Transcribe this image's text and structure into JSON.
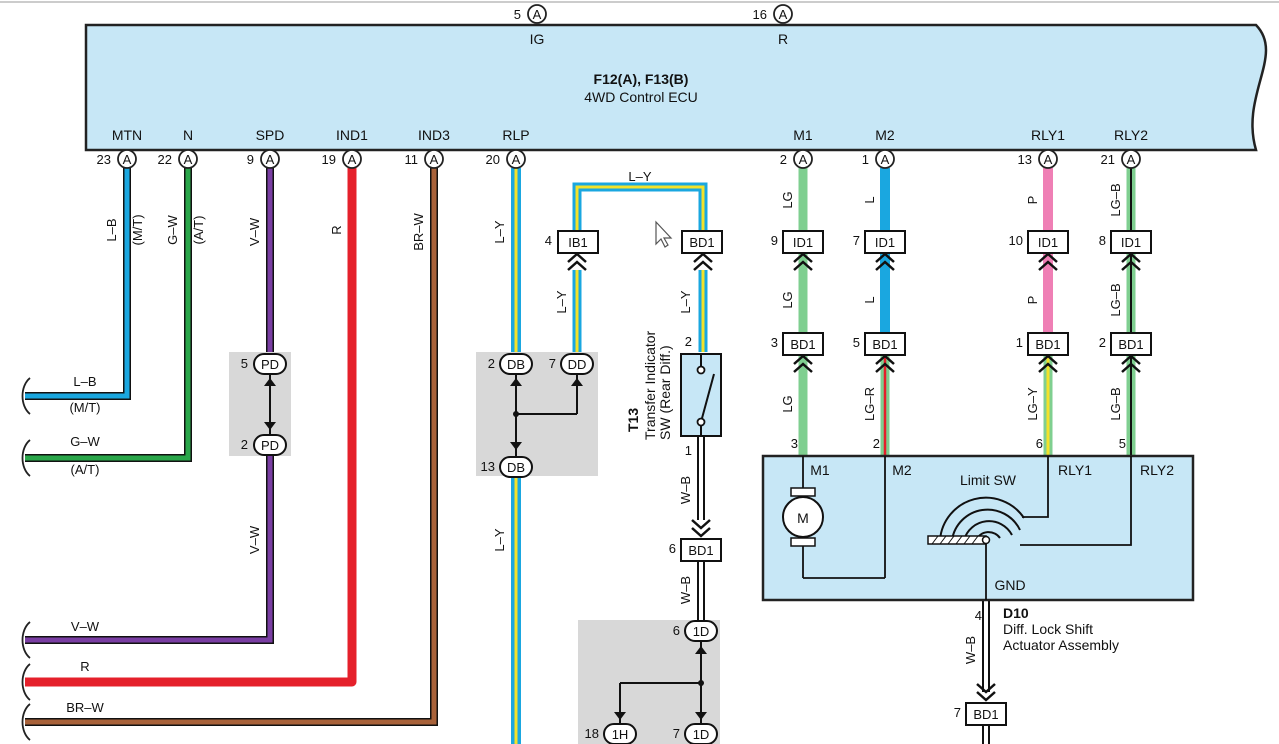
{
  "ecu": {
    "title": "F12(A), F13(B)",
    "subtitle": "4WD Control ECU",
    "top_pins": [
      {
        "num": "5",
        "conn": "A",
        "name": "IG"
      },
      {
        "num": "16",
        "conn": "A",
        "name": "R"
      }
    ],
    "bottom_pins": [
      {
        "num": "23",
        "conn": "A",
        "name": "MTN"
      },
      {
        "num": "22",
        "conn": "A",
        "name": "N"
      },
      {
        "num": "9",
        "conn": "A",
        "name": "SPD"
      },
      {
        "num": "19",
        "conn": "A",
        "name": "IND1"
      },
      {
        "num": "11",
        "conn": "A",
        "name": "IND3"
      },
      {
        "num": "20",
        "conn": "A",
        "name": "RLP"
      },
      {
        "num": "2",
        "conn": "A",
        "name": "M1"
      },
      {
        "num": "1",
        "conn": "A",
        "name": "M2"
      },
      {
        "num": "13",
        "conn": "A",
        "name": "RLY1"
      },
      {
        "num": "21",
        "conn": "A",
        "name": "RLY2"
      }
    ]
  },
  "wires": {
    "mtn": {
      "code": "L–B",
      "note": "(M/T)"
    },
    "n": {
      "code": "G–W",
      "note": "(A/T)"
    },
    "spd": {
      "code": "V–W"
    },
    "ind1": {
      "code": "R"
    },
    "ind3": {
      "code": "BR–W"
    },
    "rlp": {
      "code": "L–Y"
    },
    "m1": {
      "code": "LG"
    },
    "m2_top": {
      "code": "L"
    },
    "m2_bottom": {
      "code": "LG–R"
    },
    "rly1_top": {
      "code": "P"
    },
    "rly1_bottom": {
      "code": "LG–Y"
    },
    "rly2": {
      "code": "LG–B"
    },
    "gnd": {
      "code": "W–B"
    },
    "sw": {
      "code": "W–B"
    }
  },
  "left_stubs": [
    {
      "code": "L–B",
      "note": "(M/T)"
    },
    {
      "code": "G–W",
      "note": "(A/T)"
    },
    {
      "code": "V–W"
    },
    {
      "code": "R"
    },
    {
      "code": "BR–W"
    }
  ],
  "connectors": {
    "ib1": {
      "pin": "4",
      "name": "IB1"
    },
    "bd1_top": {
      "name": "BD1"
    },
    "id1_m1": {
      "pin": "9",
      "name": "ID1"
    },
    "id1_m2": {
      "pin": "7",
      "name": "ID1"
    },
    "id1_rly1": {
      "pin": "10",
      "name": "ID1"
    },
    "id1_rly2": {
      "pin": "8",
      "name": "ID1"
    },
    "bd1_m1": {
      "pin": "3",
      "name": "BD1"
    },
    "bd1_m2": {
      "pin": "5",
      "name": "BD1"
    },
    "bd1_rly1": {
      "pin": "1",
      "name": "BD1"
    },
    "bd1_rly2": {
      "pin": "2",
      "name": "BD1"
    },
    "bd1_sw": {
      "pin": "6",
      "name": "BD1"
    },
    "bd1_gnd": {
      "pin": "7",
      "name": "BD1"
    },
    "pd5": {
      "pin": "5",
      "name": "PD"
    },
    "pd2": {
      "pin": "2",
      "name": "PD"
    },
    "db2": {
      "pin": "2",
      "name": "DB"
    },
    "dd7": {
      "pin": "7",
      "name": "DD"
    },
    "db13": {
      "pin": "13",
      "name": "DB"
    },
    "d1_6": {
      "pin": "6",
      "name": "1D"
    },
    "h1_18": {
      "pin": "18",
      "name": "1H"
    },
    "d1_7": {
      "pin": "7",
      "name": "1D"
    }
  },
  "switch": {
    "id": "T13",
    "line1": "Transfer Indicator",
    "line2": "SW (Rear Diff.)",
    "pin_top": "2",
    "pin_bottom": "1"
  },
  "actuator": {
    "id": "D10",
    "line1": "Diff.  Lock Shift",
    "line2": "Actuator Assembly",
    "pins": {
      "m1": "3",
      "m2": "2",
      "rly1": "6",
      "rly2": "5",
      "gnd": "4"
    },
    "labels": {
      "m1": "M1",
      "m2": "M2",
      "rly1": "RLY1",
      "rly2": "RLY2",
      "gnd": "GND",
      "limit_sw": "Limit SW",
      "motor": "M"
    }
  },
  "colors": {
    "L": "#1aa7e0",
    "G": "#2aa64a",
    "V": "#7a3ea3",
    "R": "#e5202b",
    "BR": "#a8623a",
    "Y": "#f3e22a",
    "LG": "#7fcf90",
    "P": "#ef7fb5",
    "component": "#c7e7f6",
    "splice": "#d8d8d8"
  }
}
